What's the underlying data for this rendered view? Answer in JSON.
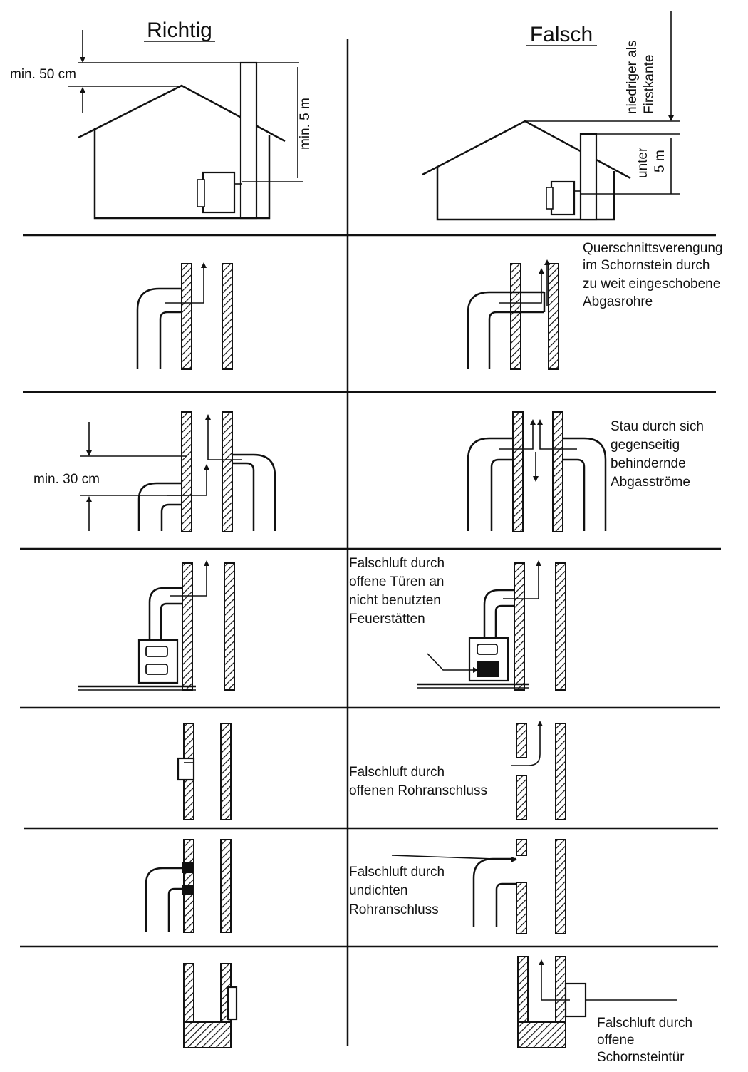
{
  "headers": {
    "correct": "Richtig",
    "wrong": "Falsch"
  },
  "labels": {
    "min_50cm": "min. 50 cm",
    "min_5m": "min. 5 m",
    "lower_ridge_1": "niedriger als",
    "lower_ridge_2": "Firstkante",
    "under5m_1": "unter",
    "under5m_2": "5 m",
    "narrowing": [
      "Querschnittsverengung",
      "im Schornstein durch",
      "zu weit eingeschobene",
      "Abgasrohre"
    ],
    "min_30cm": "min. 30 cm",
    "jam": [
      "Stau durch sich",
      "gegenseitig",
      "behindernde",
      "Abgasströme"
    ],
    "open_doors": [
      "Falschluft durch",
      "offene Türen an",
      "nicht benutzten",
      "Feuerstätten"
    ],
    "open_pipe": [
      "Falschluft durch",
      "offenen Rohranschluss"
    ],
    "leaky_pipe": [
      "Falschluft durch",
      "undichten",
      "Rohranschluss"
    ],
    "chimney_door": [
      "Falschluft durch",
      "offene",
      "Schornsteintür"
    ]
  }
}
